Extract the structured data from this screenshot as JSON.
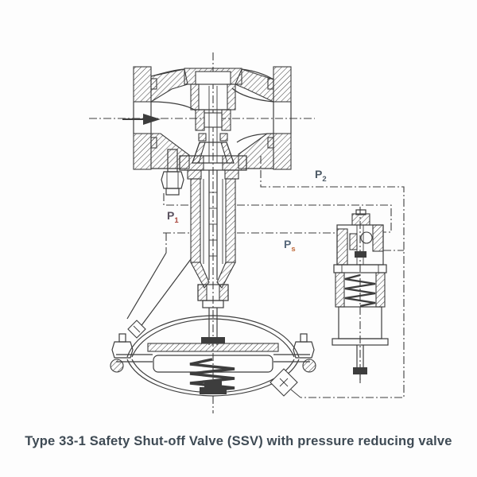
{
  "figure": {
    "caption": "Type 33-1 Safety Shut-off Valve (SSV) with pressure reducing valve"
  },
  "labels": {
    "p1": {
      "base": "P",
      "sub": "1"
    },
    "p2": {
      "base": "P",
      "sub": "2"
    },
    "ps": {
      "base": "P",
      "sub": "s"
    }
  },
  "colors": {
    "background": "#fdfdfd",
    "line": "#3d3d3d",
    "label_p_base": "#4d5a66",
    "label_p1_sub": "#a8453c",
    "label_ps_sub": "#c06a3a",
    "caption_text": "#3e4a54"
  }
}
